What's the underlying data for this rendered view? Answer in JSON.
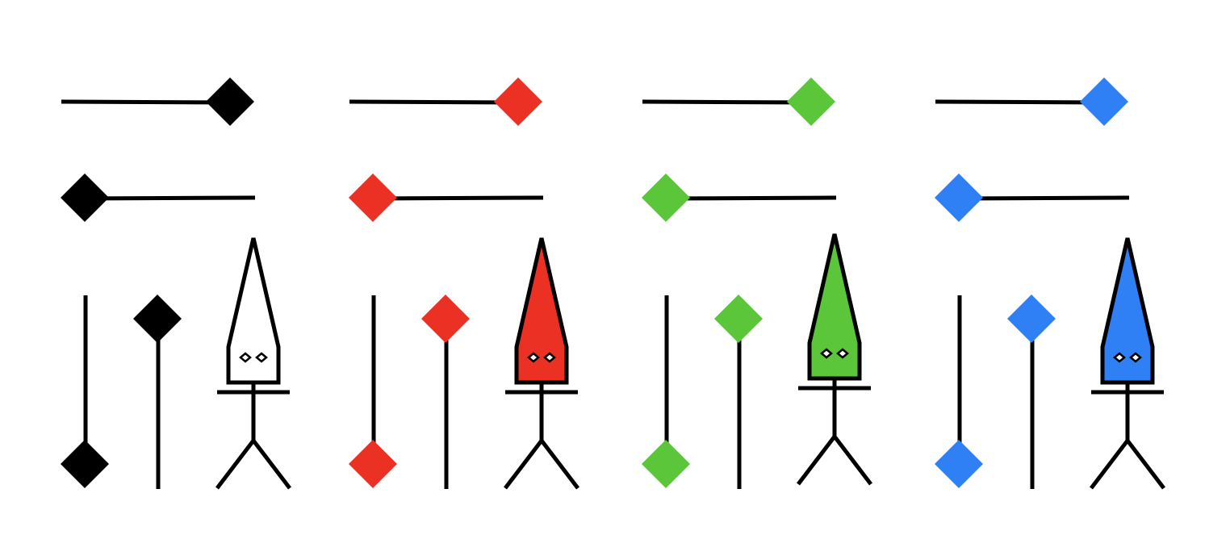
{
  "palette": {
    "outline": "#000000",
    "background": "#ffffff"
  },
  "sets": [
    {
      "id": "black",
      "color": "#000000",
      "figure_fill": "#ffffff"
    },
    {
      "id": "red",
      "color": "#ea3124",
      "figure_fill": "#ea3124"
    },
    {
      "id": "green",
      "color": "#5cc63b",
      "figure_fill": "#5cc63b"
    },
    {
      "id": "blue",
      "color": "#2f80f5",
      "figure_fill": "#2f80f5"
    }
  ],
  "icons": {
    "pin_right": "diamond-pin-right-icon",
    "pin_left": "diamond-pin-left-icon",
    "pin_down": "diamond-pin-down-icon",
    "pin_up": "diamond-pin-up-icon",
    "figure": "cone-hat-figure-icon"
  }
}
